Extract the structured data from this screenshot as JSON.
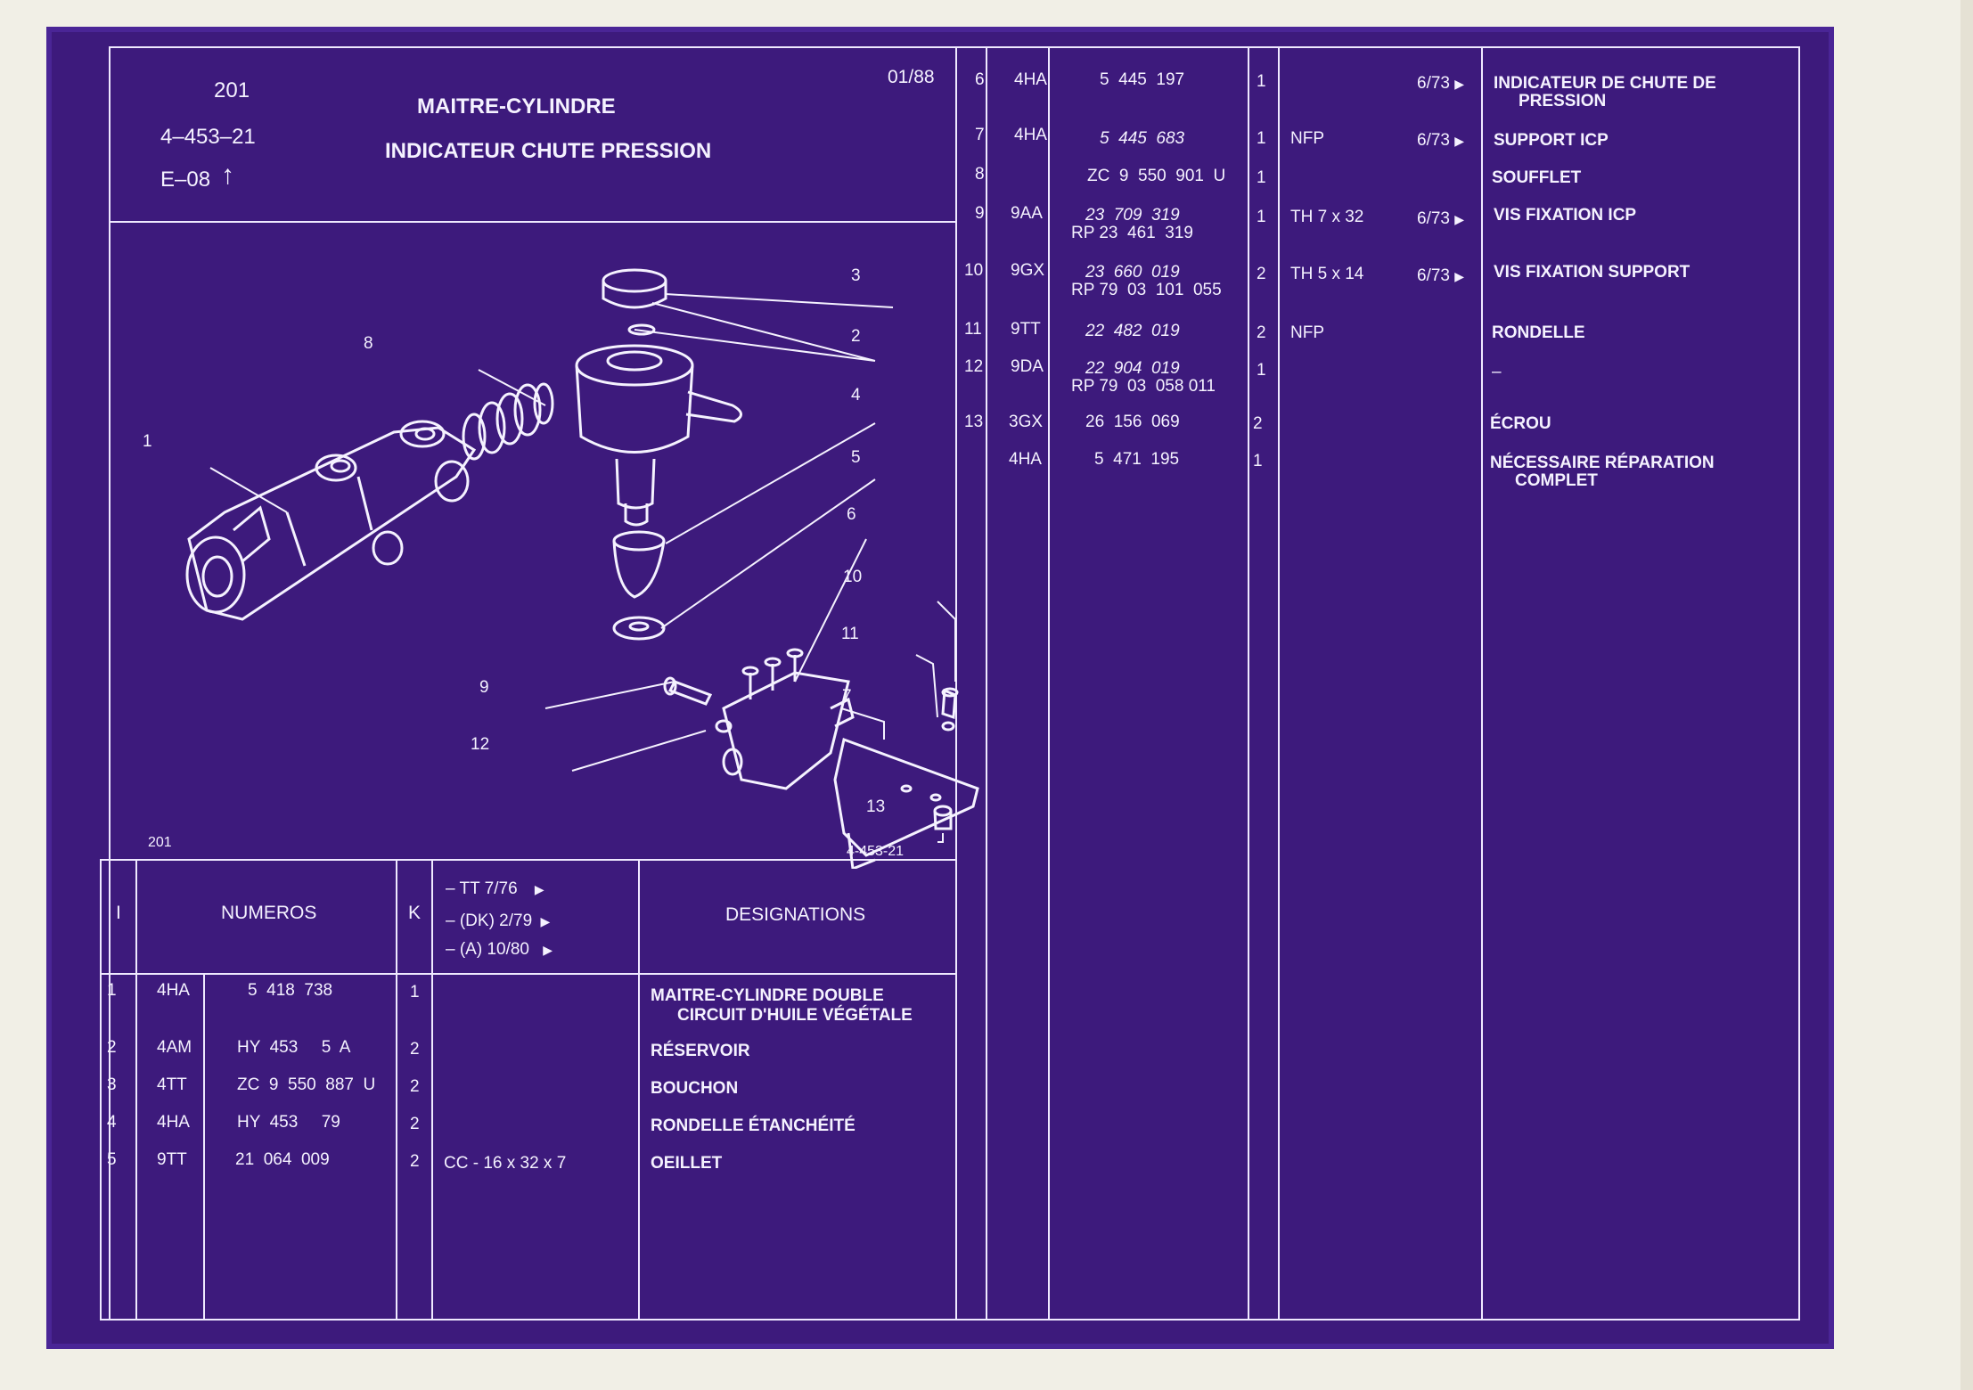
{
  "header": {
    "page_number": "201",
    "group_code": "4–453–21",
    "edition": "E–08",
    "title_line1": "MAITRE-CYLINDRE",
    "title_line2": "INDICATEUR CHUTE PRESSION",
    "date": "01/88"
  },
  "drawing": {
    "callouts": [
      "1",
      "2",
      "3",
      "4",
      "5",
      "6",
      "7",
      "8",
      "9",
      "10",
      "11",
      "12",
      "13"
    ],
    "footer_left": "201",
    "footer_right": "4-453-21"
  },
  "table_header": {
    "col_i": "I",
    "col_numeros": "NUMEROS",
    "col_k": "K",
    "variants": [
      "– TT  7/76",
      "– (DK)  2/79",
      "– (A)  10/80"
    ],
    "col_designations": "DESIGNATIONS"
  },
  "rows_left": [
    {
      "i": "1",
      "code": "4HA",
      "number": "5  418  738",
      "k": "1",
      "variant": "",
      "designation": "MAITRE-CYLINDRE DOUBLE",
      "designation2": "CIRCUIT D'HUILE VÉGÉTALE"
    },
    {
      "i": "2",
      "code": "4AM",
      "number": "HY  453     5  A",
      "k": "2",
      "variant": "",
      "designation": "RÉSERVOIR",
      "designation2": ""
    },
    {
      "i": "3",
      "code": "4TT",
      "number": "ZC  9  550  887  U",
      "k": "2",
      "variant": "",
      "designation": "BOUCHON",
      "designation2": ""
    },
    {
      "i": "4",
      "code": "4HA",
      "number": "HY  453     79",
      "k": "2",
      "variant": "",
      "designation": "RONDELLE ÉTANCHÉITÉ",
      "designation2": ""
    },
    {
      "i": "5",
      "code": "9TT",
      "number": "21  064  009",
      "k": "2",
      "variant": "CC - 16 x 32 x 7",
      "designation": "OEILLET",
      "designation2": ""
    }
  ],
  "rows_right": [
    {
      "i": "6",
      "code": "4HA",
      "number": "5  445  197",
      "number2": "",
      "italic": false,
      "k": "1",
      "variant": "",
      "date": "6/73",
      "designation": "INDICATEUR DE CHUTE DE",
      "designation2": "PRESSION"
    },
    {
      "i": "7",
      "code": "4HA",
      "number": "5  445  683",
      "number2": "",
      "italic": true,
      "k": "1",
      "variant": "NFP",
      "date": "6/73",
      "designation": "SUPPORT ICP",
      "designation2": ""
    },
    {
      "i": "8",
      "code": "",
      "number": "ZC  9  550  901  U",
      "number2": "",
      "italic": false,
      "k": "1",
      "variant": "",
      "date": "",
      "designation": "SOUFFLET",
      "designation2": ""
    },
    {
      "i": "9",
      "code": "9AA",
      "number": "23  709  319",
      "number2": "RP 23  461  319",
      "italic": true,
      "k": "1",
      "variant": "TH 7 x 32",
      "date": "6/73",
      "designation": "VIS FIXATION ICP",
      "designation2": ""
    },
    {
      "i": "10",
      "code": "9GX",
      "number": "23  660  019",
      "number2": "RP 79  03  101  055",
      "italic": true,
      "k": "2",
      "variant": "TH 5 x 14",
      "date": "6/73",
      "designation": "VIS FIXATION SUPPORT",
      "designation2": ""
    },
    {
      "i": "11",
      "code": "9TT",
      "number": "22  482  019",
      "number2": "",
      "italic": true,
      "k": "2",
      "variant": "NFP",
      "date": "",
      "designation": "RONDELLE",
      "designation2": ""
    },
    {
      "i": "12",
      "code": "9DA",
      "number": "22  904  019",
      "number2": "RP 79  03  058 011",
      "italic": true,
      "k": "1",
      "variant": "",
      "date": "",
      "designation": "–",
      "designation2": ""
    },
    {
      "i": "13",
      "code": "3GX",
      "number": "26  156  069",
      "number2": "",
      "italic": false,
      "k": "2",
      "variant": "",
      "date": "",
      "designation": "ÉCROU",
      "designation2": ""
    },
    {
      "i": "",
      "code": "4HA",
      "number": "5  471  195",
      "number2": "",
      "italic": false,
      "k": "1",
      "variant": "",
      "date": "",
      "designation": "NÉCESSAIRE RÉPARATION",
      "designation2": "COMPLET"
    }
  ],
  "colors": {
    "background": "#3d1a7c",
    "lines": "#efe9ff",
    "paper": "#f1efe6"
  }
}
